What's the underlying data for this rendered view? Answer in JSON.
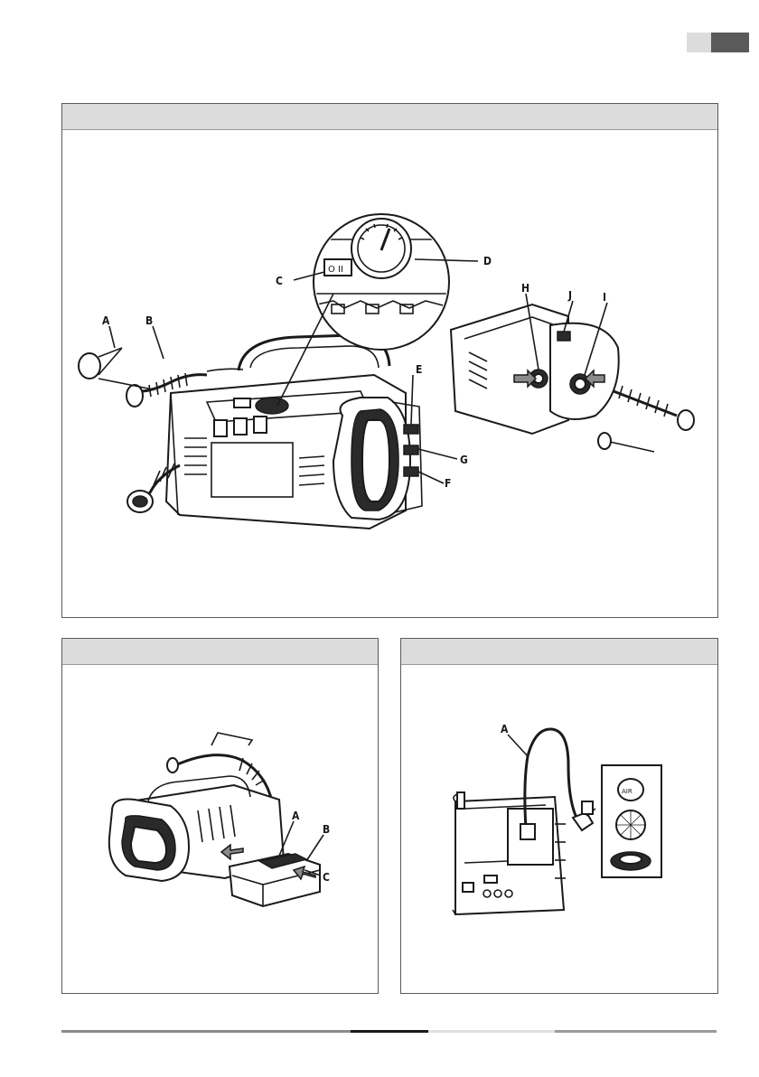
{
  "figure1": {
    "callouts": {
      "a": "A",
      "b": "B",
      "c": "C",
      "d": "D",
      "e": "E",
      "f": "F",
      "g": "G",
      "h": "H",
      "i": "I",
      "j": "J"
    },
    "switch_glyph": "O II"
  },
  "figure2": {
    "callouts": {
      "a": "A",
      "b": "B",
      "c": "C"
    }
  },
  "figure3": {
    "callouts": {
      "a": "A"
    },
    "ball_label": "AIR"
  }
}
